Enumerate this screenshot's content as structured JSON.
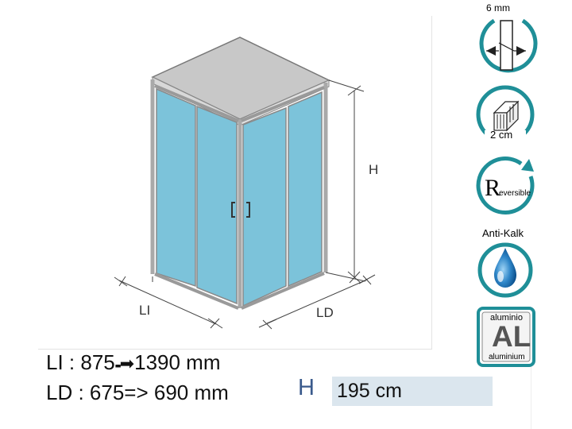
{
  "diagram": {
    "label_li": "LI",
    "label_ld": "LD",
    "label_h": "H"
  },
  "specs": {
    "li_label": "LI : 875",
    "li_max": "1390 mm",
    "ld_text": "LD : 675=> 690 mm",
    "h_letter": "H",
    "h_value": "195 cm"
  },
  "icons": {
    "thickness_label": "6 mm",
    "profile_label": "2 cm",
    "reversible_letter": "R",
    "reversible_label": "eversible",
    "anti_kalk_label": "Anti-Kalk",
    "material_top": "aluminio",
    "material_code": "AL",
    "material_bottom": "aluminium"
  },
  "colors": {
    "glass": "#7cc3da",
    "frame": "#b9b9b9",
    "teal": "#1f8f98",
    "drop": "#2e86c8",
    "h_box": "#dbe6ee",
    "h_letter": "#3a5a8c"
  }
}
